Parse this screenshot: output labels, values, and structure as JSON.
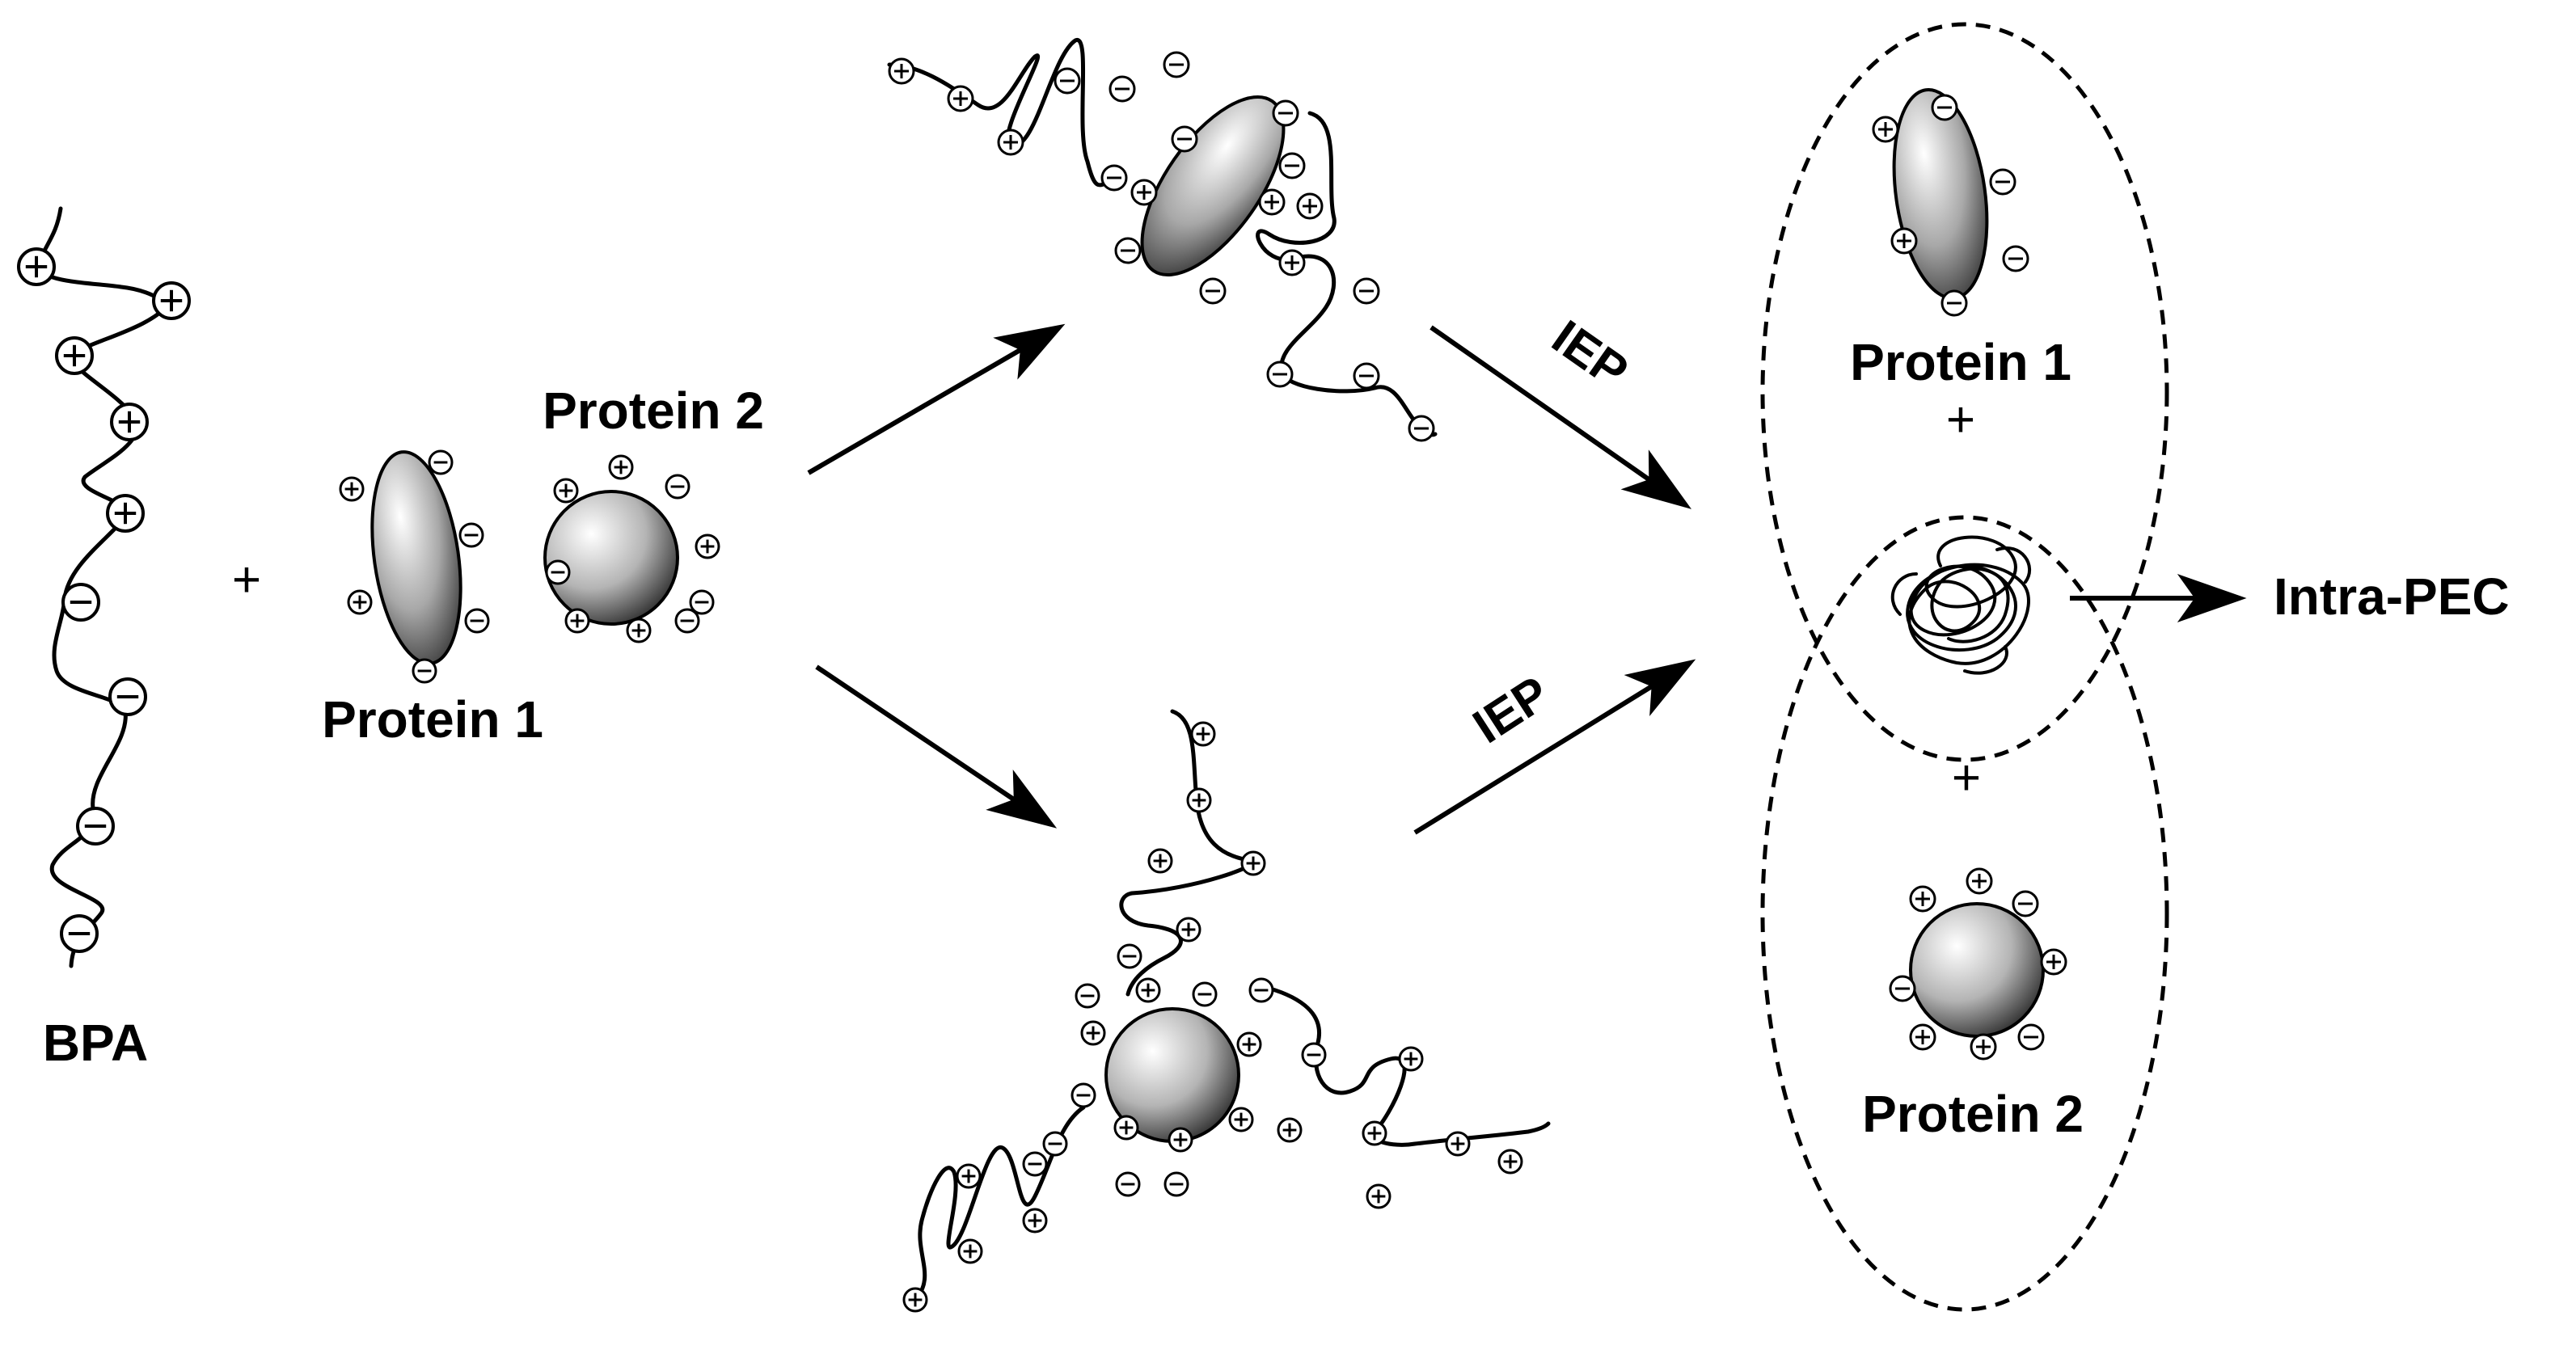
{
  "labels": {
    "bpa": "BPA",
    "protein1_start": "Protein 1",
    "protein2_start": "Protein 2",
    "iep_top": "IEP",
    "iep_bottom": "IEP",
    "protein1_result": "Protein 1",
    "protein2_result": "Protein 2",
    "intra_pec": "Intra-PEC",
    "plus": "+"
  },
  "colors": {
    "ink": "#000000",
    "protein_light": "#ffffff",
    "protein_dark": "#3a3a3a"
  }
}
